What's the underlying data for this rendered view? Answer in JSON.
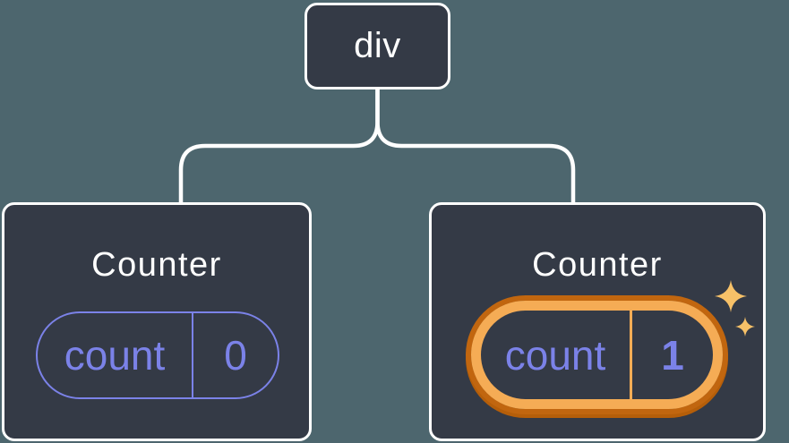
{
  "diagram": {
    "description": "Component tree: a div root element with two Counter component children, each holding a count state pill; the second Counter's state was just updated",
    "root": {
      "label": "div"
    },
    "children": [
      {
        "title": "Counter",
        "state": {
          "key": "count",
          "value": "0"
        },
        "highlighted": false
      },
      {
        "title": "Counter",
        "state": {
          "key": "count",
          "value": "1"
        },
        "highlighted": true
      }
    ],
    "colors": {
      "background": "#4d666e",
      "node_background": "#343a46",
      "node_border": "#ffffff",
      "connector": "#ffffff",
      "state_accent": "#7b82e8",
      "highlight_orange": "#f5ac55",
      "highlight_orange_dark": "#c1660f",
      "sparkle": "#f7c168"
    }
  }
}
